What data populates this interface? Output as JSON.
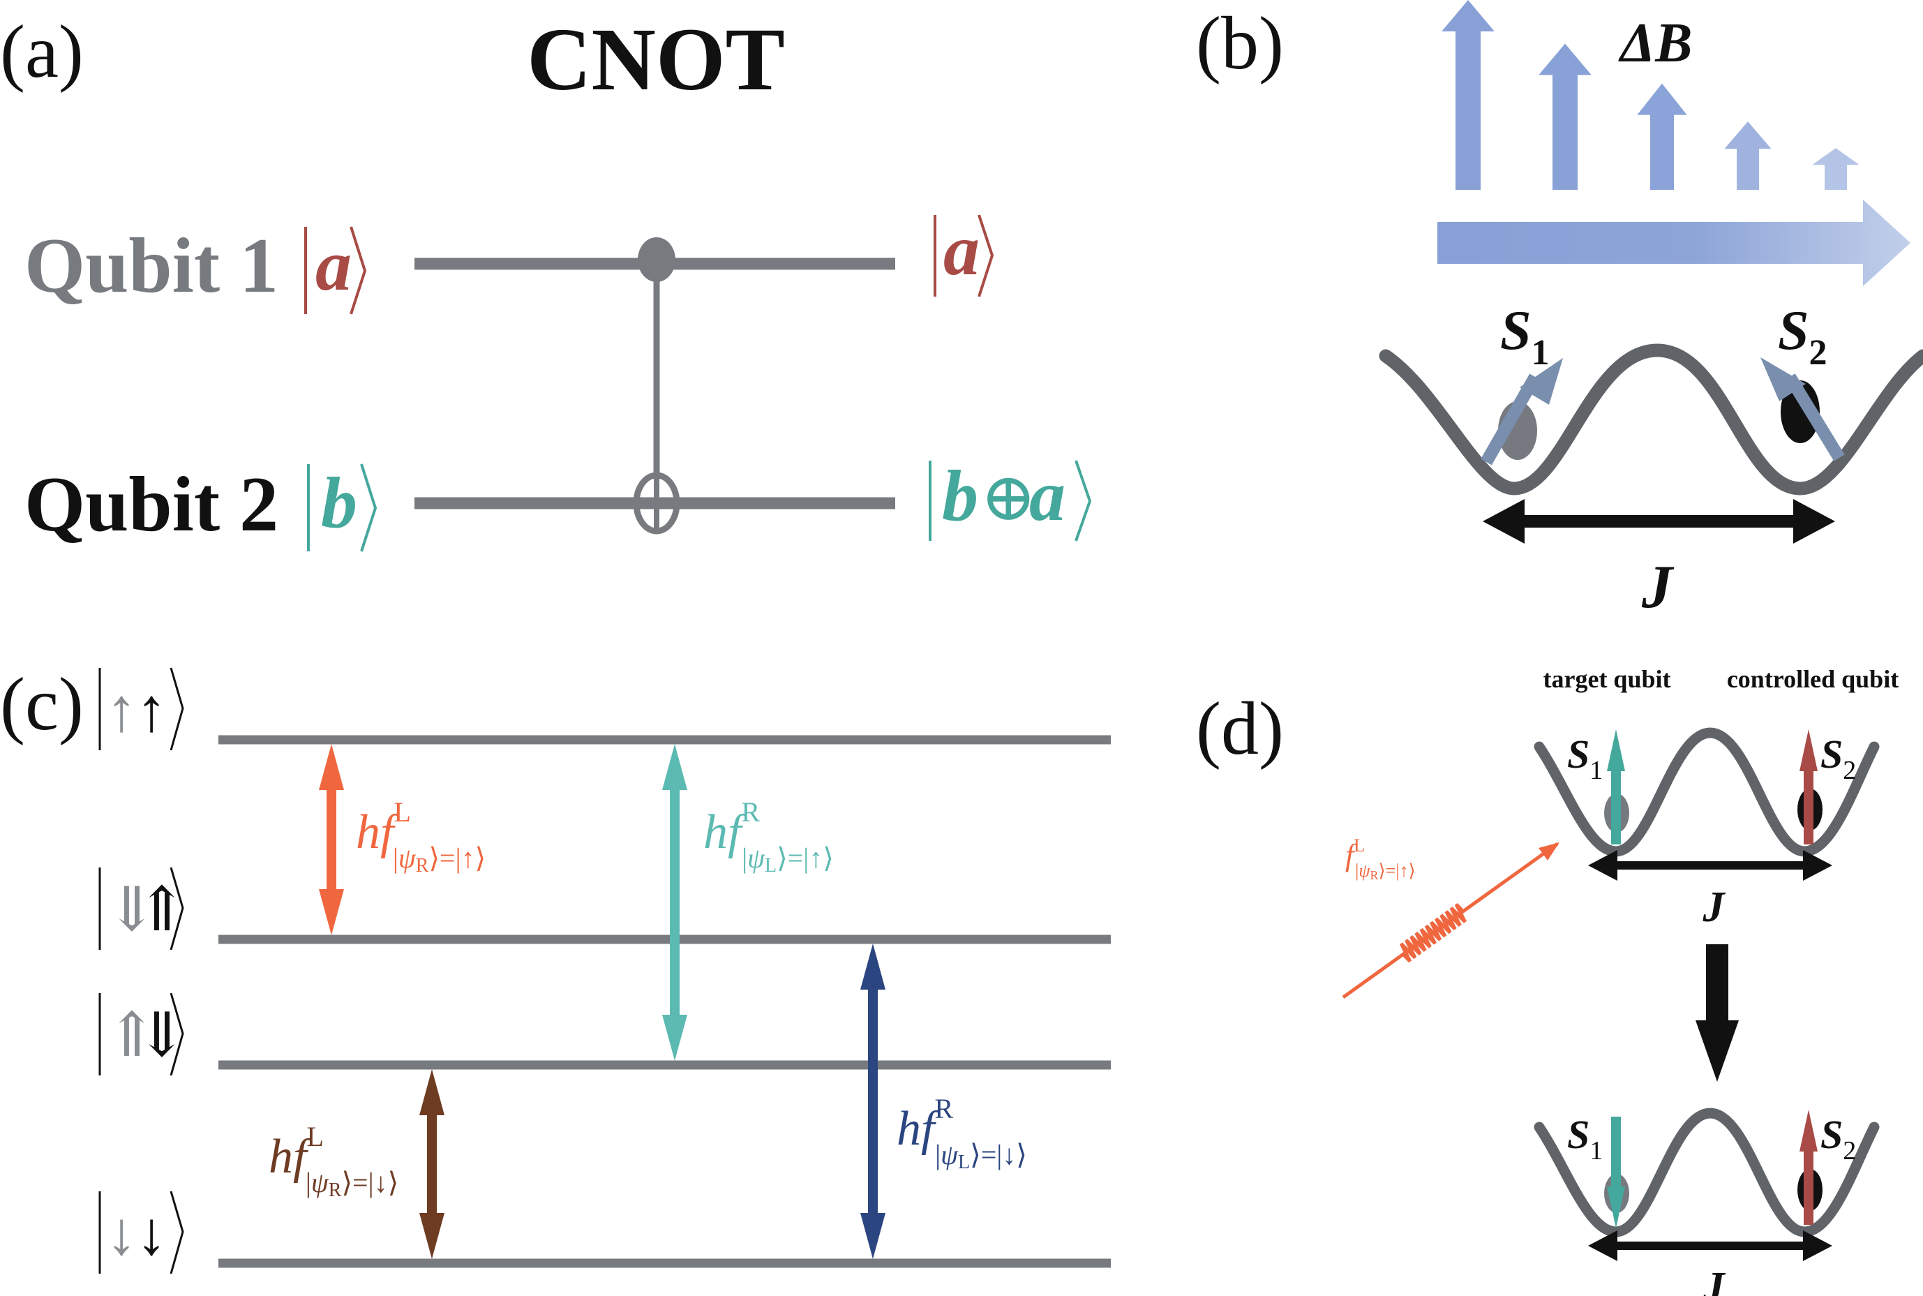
{
  "figure": {
    "panel_labels": [
      "(a)",
      "(b)",
      "(c)",
      "(d)"
    ]
  },
  "panel_a": {
    "title": "CNOT",
    "qubit1_label": "Qubit 1",
    "qubit2_label": "Qubit 2",
    "qubit1_input": "a",
    "qubit2_input": "b",
    "qubit1_output": "a",
    "qubit2_output_left": "b",
    "qubit2_output_op": "⊕",
    "qubit2_output_right": "a",
    "colors": {
      "qubit1_label": "#777b80",
      "qubit2_label": "#111111",
      "ket_a": "#a84a45",
      "ket_b": "#45a89c",
      "wire": "#777b80"
    }
  },
  "panel_b": {
    "field_label": "ΔB",
    "spin1_label": "S",
    "spin1_sub": "1",
    "spin2_label": "S",
    "spin2_sub": "2",
    "coupling_label": "J",
    "field_arrow_strengths": [
      1.0,
      0.77,
      0.56,
      0.36,
      0.22
    ],
    "colors": {
      "field_arrow": "#87a0d6",
      "well": "#606469",
      "spin_arrow": "#7a8fae",
      "dot1": "#767a80",
      "dot2": "#111111"
    }
  },
  "panel_c": {
    "levels": [
      {
        "name": "up-up",
        "left": "↑",
        "right": "↑"
      },
      {
        "name": "down-up",
        "left": "⇓",
        "right": "⇑"
      },
      {
        "name": "up-down",
        "left": "⇑",
        "right": "⇓"
      },
      {
        "name": "down-down",
        "left": "↓",
        "right": "↓"
      }
    ],
    "transitions": [
      {
        "name": "left-given-right-up",
        "prefix": "hf",
        "sup": "L",
        "psi_sub": "R",
        "state": "↑",
        "from_level": 0,
        "to_level": 1,
        "color": "#f0673f"
      },
      {
        "name": "right-given-left-up",
        "prefix": "hf",
        "sup": "R",
        "psi_sub": "L",
        "state": "↑",
        "from_level": 0,
        "to_level": 2,
        "color": "#5bbab1"
      },
      {
        "name": "left-given-right-down",
        "prefix": "hf",
        "sup": "L",
        "psi_sub": "R",
        "state": "↓",
        "from_level": 2,
        "to_level": 3,
        "color": "#6e3b23"
      },
      {
        "name": "right-given-left-down",
        "prefix": "hf",
        "sup": "R",
        "psi_sub": "L",
        "state": "↓",
        "from_level": 1,
        "to_level": 3,
        "color": "#2b4580"
      }
    ],
    "psi": "ψ",
    "colors": {
      "level_line": "#777b80",
      "ket_gray_arrow": "#8a8e92"
    }
  },
  "panel_d": {
    "target_label": "target qubit",
    "controlled_label": "controlled qubit",
    "spin1_label": "S",
    "spin1_sub": "1",
    "spin2_label": "S",
    "spin2_sub": "2",
    "coupling_label": "J",
    "drive_label": {
      "prefix": "f",
      "sup": "L",
      "psi_sub": "R",
      "state": "↑"
    },
    "before": {
      "spin1": "up",
      "spin2": "up"
    },
    "after": {
      "spin1": "down",
      "spin2": "up"
    },
    "colors": {
      "drive": "#f0673f",
      "spin1_arrow": "#45a89c",
      "spin2_arrow": "#a84a45",
      "transition_arrow": "#111111"
    }
  }
}
